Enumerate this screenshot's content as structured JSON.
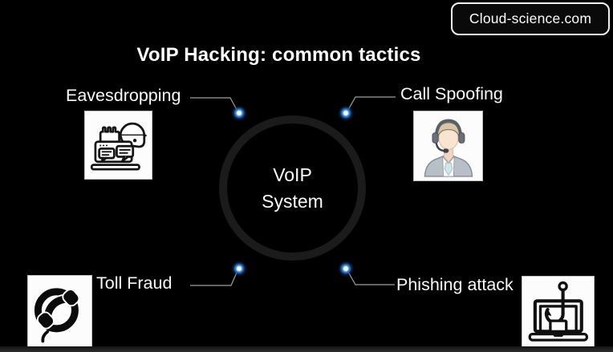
{
  "badge": {
    "label": "Cloud-science.com"
  },
  "title": "VoIP Hacking: common tactics",
  "center": {
    "line1": "VoIP",
    "line2": "System"
  },
  "tactics": [
    {
      "label": "Eavesdropping",
      "position": "top-left",
      "icon": "spy-laptop-chat-icon"
    },
    {
      "label": "Call Spoofing",
      "position": "top-right",
      "icon": "call-agent-headset-icon"
    },
    {
      "label": "Toll Fraud",
      "position": "bottom-left",
      "icon": "telephone-handset-icon"
    },
    {
      "label": "Phishing attack",
      "position": "bottom-right",
      "icon": "laptop-fishing-hook-icon"
    }
  ],
  "colors": {
    "background": "#000000",
    "text": "#fdfdfd",
    "hub_ring": "#1b1b1b",
    "connector": "#9f9f9f",
    "node_dot_blue": "#1b64b4",
    "icon_card_bg": "#fcfcfc"
  }
}
